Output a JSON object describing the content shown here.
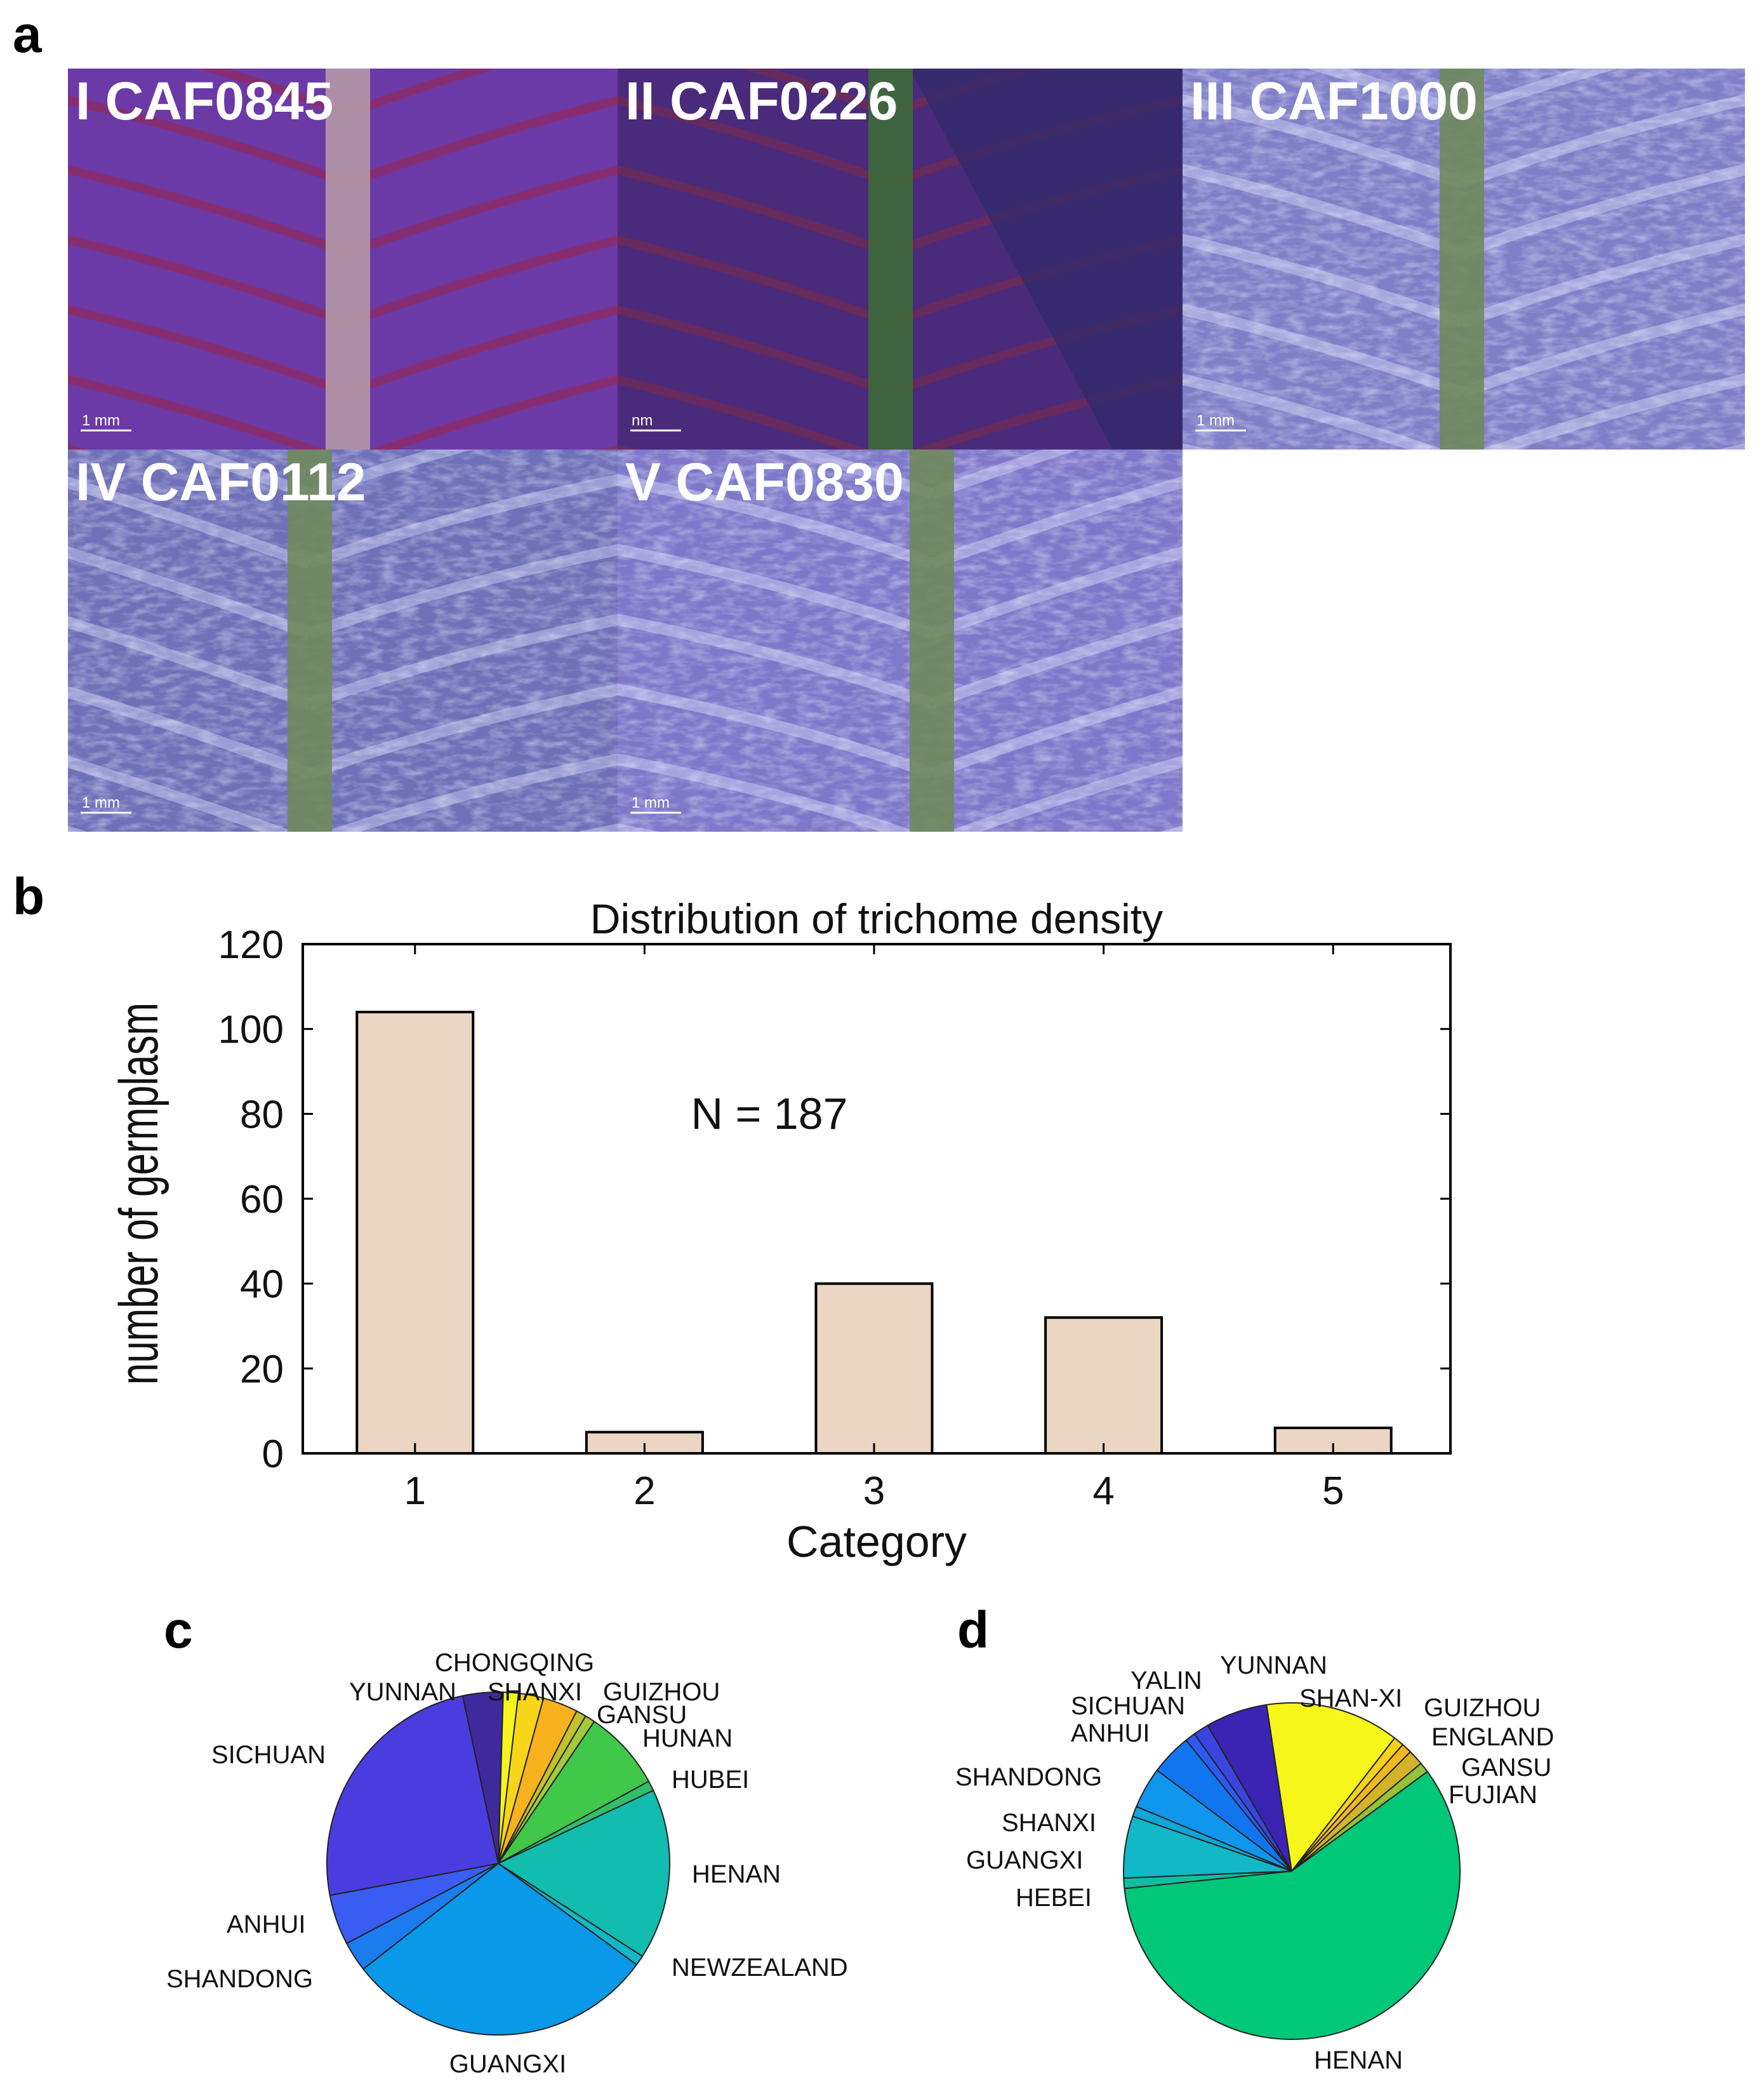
{
  "panels": {
    "a": "a",
    "b": "b",
    "c": "c",
    "d": "d"
  },
  "photos": [
    {
      "label": "I CAF0845",
      "scale": "1 mm",
      "base": "#6b3aa6",
      "vein": "#8a2d6b",
      "style": "veins"
    },
    {
      "label": "II CAF0226",
      "scale": "nm",
      "base": "#4a2a7a",
      "vein": "#6a2a5a",
      "style": "veins-dark"
    },
    {
      "label": "III CAF1000",
      "scale": "1 mm",
      "base": "#7f7fc8",
      "vein": "#c6c9ef",
      "style": "hairy"
    },
    {
      "label": "IV CAF0112",
      "scale": "1 mm",
      "base": "#6e70b8",
      "vein": "#bfc3ea",
      "style": "hairy"
    },
    {
      "label": "V CAF0830",
      "scale": "1 mm",
      "base": "#7d78c9",
      "vein": "#c9c7f0",
      "style": "hairy"
    }
  ],
  "chart_data": [
    {
      "type": "bar",
      "title": "Distribution of trichome density",
      "xlabel": "Category",
      "ylabel": "number of germplasm",
      "categories": [
        "1",
        "2",
        "3",
        "4",
        "5"
      ],
      "values": [
        104,
        5,
        40,
        32,
        6
      ],
      "ylim": [
        0,
        120
      ],
      "yticks": [
        0,
        20,
        40,
        60,
        80,
        100,
        120
      ],
      "annotation": "N = 187",
      "bar_color": "#ebd5c3",
      "grid": false
    },
    {
      "type": "pie",
      "slices": [
        {
          "label": "YUNNAN",
          "value": 4.0,
          "color": "#3e2a9c"
        },
        {
          "label": "CHONGQING",
          "value": 1.5,
          "color": "#f5f51c"
        },
        {
          "label": "SHANXI",
          "value": 2.5,
          "color": "#f7d61a"
        },
        {
          "label": "GUIZHOU",
          "value": 3.5,
          "color": "#f7b21d"
        },
        {
          "label": "GANSU",
          "value": 1.0,
          "color": "#c2c12b"
        },
        {
          "label": "HUNAN",
          "value": 1.0,
          "color": "#a6c93a"
        },
        {
          "label": "HUBEI",
          "value": 8.0,
          "color": "#3fc84a"
        },
        {
          "label": "",
          "value": 1.0,
          "color": "#30c06a"
        },
        {
          "label": "HENAN",
          "value": 17.0,
          "color": "#12bcae"
        },
        {
          "label": "NEWZEALAND",
          "value": 1.0,
          "color": "#10b8c8"
        },
        {
          "label": "GUANGXI",
          "value": 31.0,
          "color": "#0a98e8"
        },
        {
          "label": "SHANDONG",
          "value": 3.0,
          "color": "#1b7cf0"
        },
        {
          "label": "ANHUI",
          "value": 5.0,
          "color": "#3a5cf2"
        },
        {
          "label": "SICHUAN",
          "value": 26.0,
          "color": "#4a3de0"
        }
      ]
    },
    {
      "type": "pie",
      "slices": [
        {
          "label": "YUNNAN",
          "value": 6.0,
          "color": "#3b23b4"
        },
        {
          "label": "SHAN-XI",
          "value": 13.0,
          "color": "#f6f61b"
        },
        {
          "label": "GUIZHOU",
          "value": 1.0,
          "color": "#f6d21b"
        },
        {
          "label": "ENGLAND",
          "value": 1.0,
          "color": "#f4b81e"
        },
        {
          "label": "GANSU",
          "value": 1.5,
          "color": "#d3b428"
        },
        {
          "label": "FUJIAN",
          "value": 1.0,
          "color": "#94c23a"
        },
        {
          "label": "HENAN",
          "value": 59.0,
          "color": "#00c878"
        },
        {
          "label": "HEBEI",
          "value": 1.0,
          "color": "#10bfa2"
        },
        {
          "label": "GUANGXI",
          "value": 6.0,
          "color": "#12b8c8"
        },
        {
          "label": "SHANXI",
          "value": 1.0,
          "color": "#0fa6d8"
        },
        {
          "label": "SHANDONG",
          "value": 4.0,
          "color": "#1196ee"
        },
        {
          "label": "ANHUI",
          "value": 4.0,
          "color": "#1275f0"
        },
        {
          "label": "SICHUAN",
          "value": 1.0,
          "color": "#2a5af0"
        },
        {
          "label": "YALIN",
          "value": 1.5,
          "color": "#3a45e0"
        }
      ]
    }
  ]
}
